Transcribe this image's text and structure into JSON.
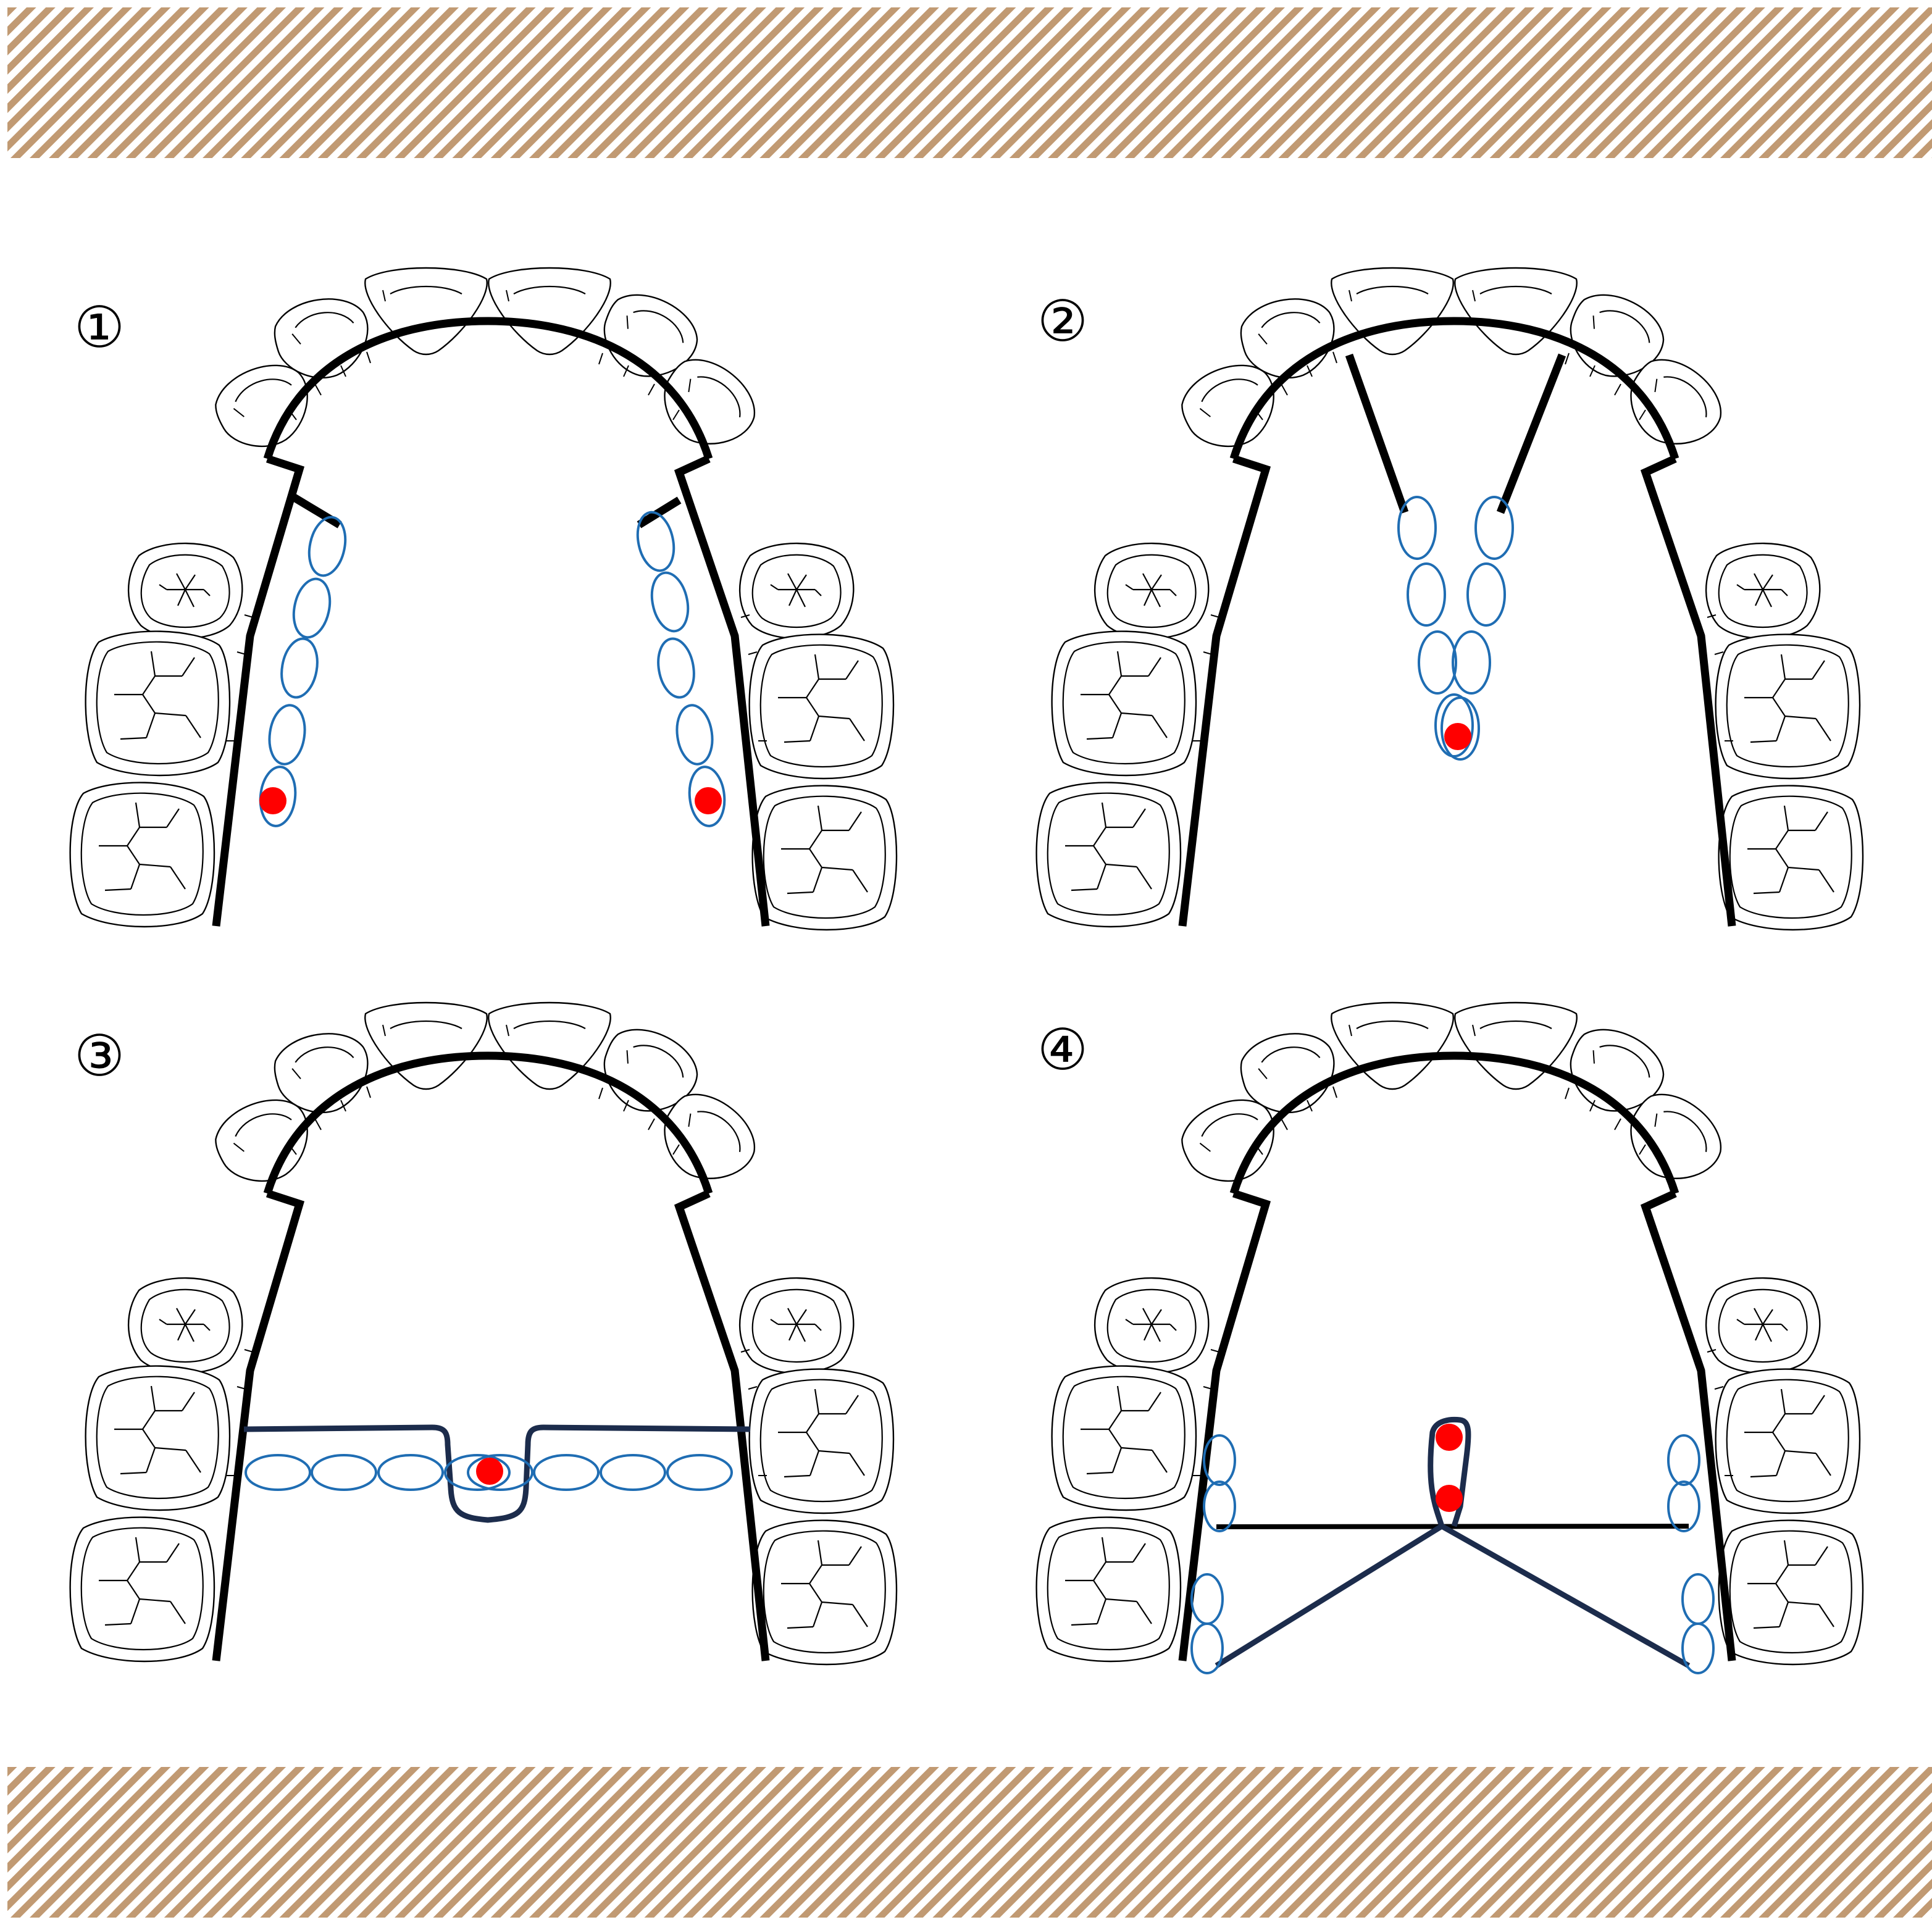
{
  "header_band": {
    "pattern": "diagonal-stripes",
    "color": "#c19a73"
  },
  "footer_band": {
    "pattern": "diagonal-stripes",
    "color": "#c19a73"
  },
  "colors": {
    "tooth_outline": "#000000",
    "appliance_wire": "#000000",
    "elastic_chain": "#1f6db3",
    "anchor_wire": "#1c2c4c",
    "anchor_point": "#ff0000"
  },
  "panels": [
    {
      "label": "①",
      "variant": "bilateral-chains"
    },
    {
      "label": "②",
      "variant": "converging-v-chains"
    },
    {
      "label": "③",
      "variant": "transverse-loop-chain"
    },
    {
      "label": "④",
      "variant": "midline-loop-with-diagonals"
    }
  ]
}
